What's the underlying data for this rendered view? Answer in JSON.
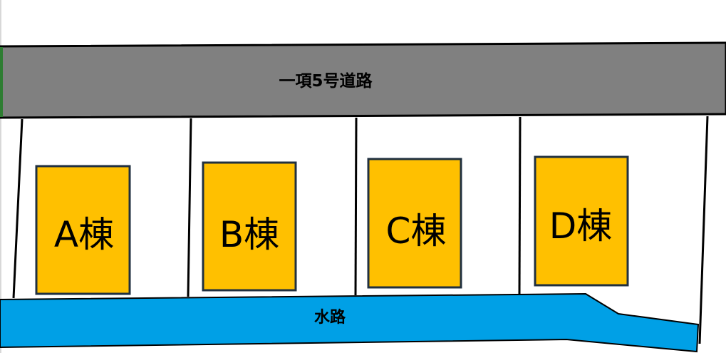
{
  "road": {
    "label": "一項5号道路",
    "color": "#808080"
  },
  "canal": {
    "label": "水路",
    "color": "#00a0e6"
  },
  "buildings": [
    {
      "label": "A棟"
    },
    {
      "label": "B棟"
    },
    {
      "label": "C棟"
    },
    {
      "label": "D棟"
    }
  ],
  "building_fill": "#ffc000",
  "building_border": "#203040"
}
